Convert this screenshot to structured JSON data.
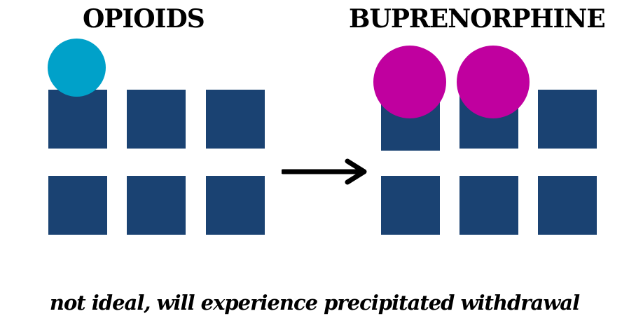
{
  "titles": {
    "left": "OPIOIDS",
    "right": "BUPRENORPHINE"
  },
  "caption": "not ideal, will experience precipitated withdrawal",
  "colors": {
    "receptor": "#1a4272",
    "opioid_ligand": "#00a1c9",
    "buprenorphine_ligand": "#c0009f",
    "arrow": "#000000",
    "text": "#000000"
  },
  "panels": {
    "left": {
      "receptor_rows": 2,
      "receptor_cols": 3,
      "bound_receptors": 1
    },
    "right": {
      "receptor_rows": 2,
      "receptor_cols": 3,
      "bound_receptors": 2
    }
  },
  "icons": {
    "arrow": "right-arrow-icon"
  }
}
